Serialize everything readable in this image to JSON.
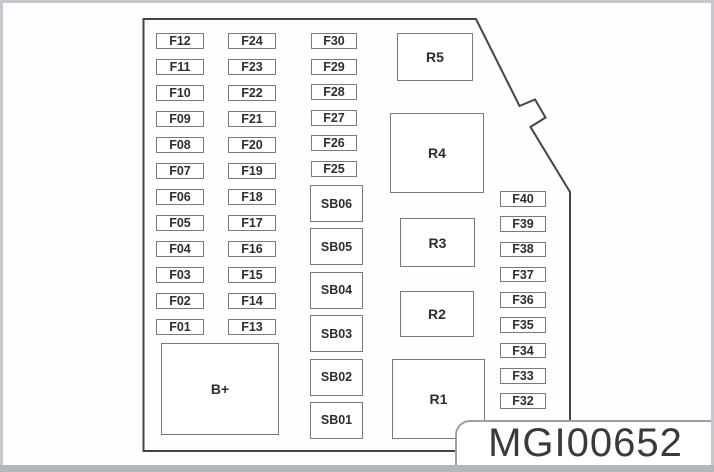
{
  "figure": {
    "code": "MGI00652"
  },
  "diagram": {
    "fuse_columns": [
      {
        "name": "column-1",
        "fuses": [
          "F12",
          "F11",
          "F10",
          "F09",
          "F08",
          "F07",
          "F06",
          "F05",
          "F04",
          "F03",
          "F02",
          "F01"
        ]
      },
      {
        "name": "column-2",
        "fuses": [
          "F24",
          "F23",
          "F22",
          "F21",
          "F20",
          "F19",
          "F18",
          "F17",
          "F16",
          "F15",
          "F14",
          "F13"
        ]
      },
      {
        "name": "column-3",
        "fuses": [
          "F30",
          "F29",
          "F28",
          "F27",
          "F26",
          "F25"
        ]
      }
    ],
    "sb_fuses": [
      "SB06",
      "SB05",
      "SB04",
      "SB03",
      "SB02",
      "SB01"
    ],
    "right_fuses": [
      "F40",
      "F39",
      "F38",
      "F37",
      "F36",
      "F35",
      "F34",
      "F33",
      "F32"
    ],
    "relays": [
      "R5",
      "R4",
      "R3",
      "R2",
      "R1"
    ],
    "battery_label": "B+",
    "colors": {
      "outline": "#444444",
      "box_border": "#7a7a7a",
      "text": "#2e2e2e",
      "frame_border": "#c6c7cc",
      "frame_bottom_bar": "#b3b6ba",
      "label_plate_border": "#9aa0a5"
    }
  }
}
